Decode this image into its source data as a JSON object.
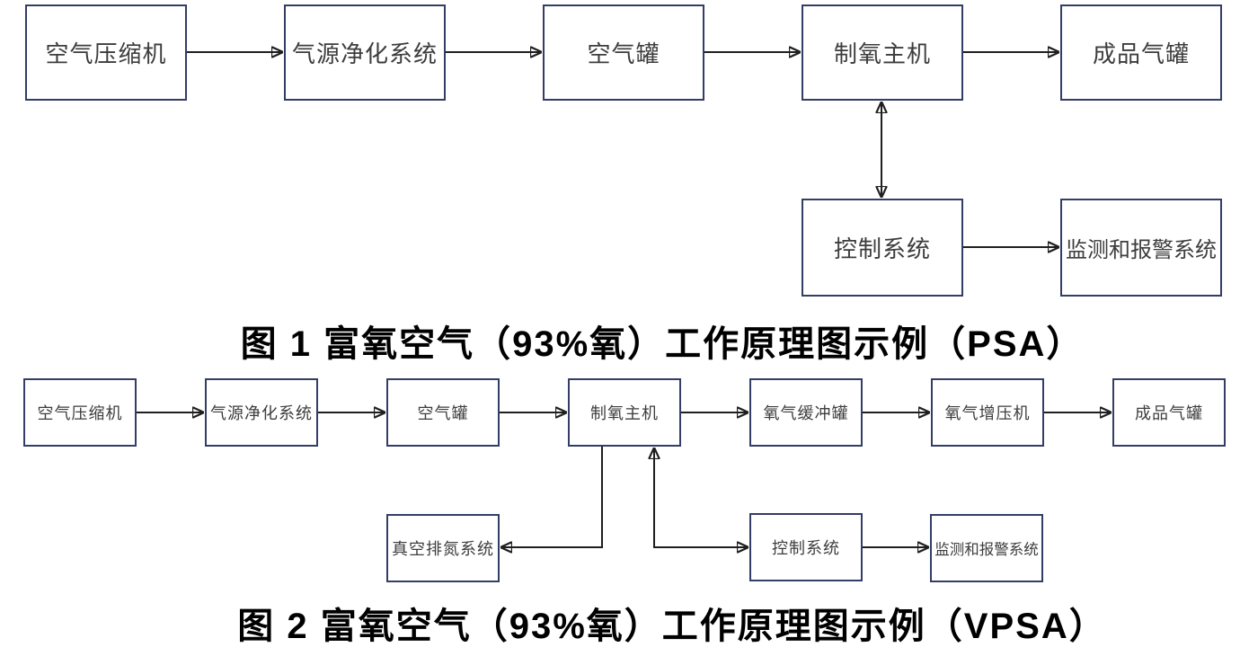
{
  "figure1": {
    "caption": "图 1 富氧空气（93%氧）工作原理图示例（PSA）",
    "nodes": {
      "air_compressor": "空气压缩机",
      "purification_system": "气源净化系统",
      "air_tank": "空气罐",
      "oxygen_generator": "制氧主机",
      "product_tank": "成品气罐",
      "control_system": "控制系统",
      "monitor_alarm_system": "监测和报警系统"
    }
  },
  "figure2": {
    "caption": "图 2 富氧空气（93%氧）工作原理图示例（VPSA）",
    "nodes": {
      "air_compressor": "空气压缩机",
      "purification_system": "气源净化系统",
      "air_tank": "空气罐",
      "oxygen_generator": "制氧主机",
      "oxygen_buffer_tank": "氧气缓冲罐",
      "oxygen_booster": "氧气增压机",
      "product_tank": "成品气罐",
      "vacuum_nitrogen_system": "真空排氮系统",
      "control_system": "控制系统",
      "monitor_alarm_system": "监测和报警系统"
    }
  },
  "colors": {
    "box_border": "#333d66",
    "box_text": "#3d3d3d",
    "arrow": "#1f1f1f",
    "caption_text": "#000000",
    "background": "#ffffff"
  }
}
